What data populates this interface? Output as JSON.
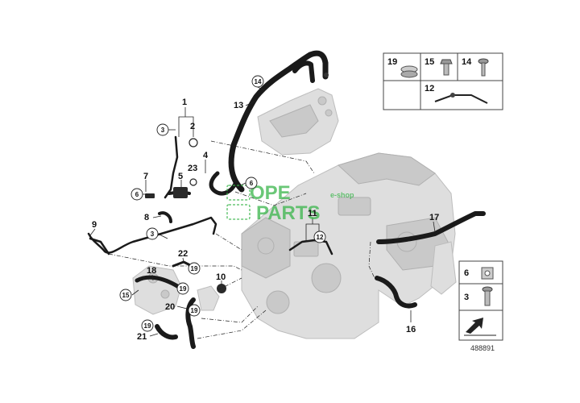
{
  "diagram": {
    "reference_number": "488891",
    "watermark": {
      "top": "OPE",
      "top_small": "e-shop",
      "bottom": "PARTS"
    },
    "callouts": {
      "c1": "1",
      "c2": "2",
      "c3a": "3",
      "c3b": "3",
      "c4": "4",
      "c5": "5",
      "c6": "6",
      "c7": "7",
      "c8": "8",
      "c9": "9",
      "c10": "10",
      "c11": "11",
      "c12": "12",
      "c13": "13",
      "c14": "14",
      "c15": "15",
      "c16": "16",
      "c17": "17",
      "c18": "18",
      "c19a": "19",
      "c19b": "19",
      "c19c": "19",
      "c20": "20",
      "c21": "21",
      "c22": "22",
      "c23": "23"
    },
    "legend_top": {
      "p19": "19",
      "p15": "15",
      "p14": "14",
      "p12": "12"
    },
    "legend_side": {
      "p6": "6",
      "p3": "3"
    }
  }
}
